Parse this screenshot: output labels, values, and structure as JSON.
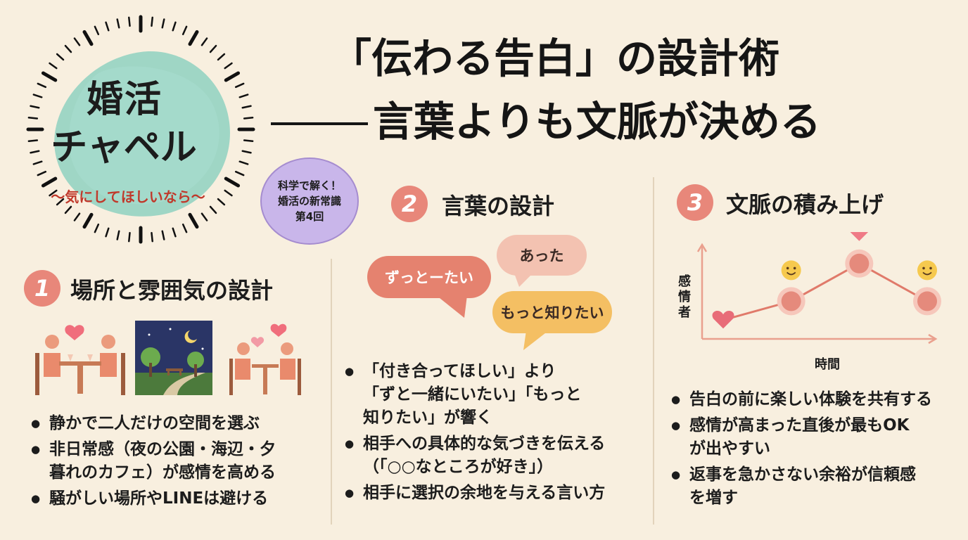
{
  "logo": {
    "line1": "婚活",
    "line2": "チャペル",
    "subtitle": "〜気にしてほしいなら〜"
  },
  "headline": {
    "line1": "「伝わる告白」の設計術",
    "line2": "言葉よりも文脈が決める"
  },
  "badge": {
    "line1": "科学で解く！",
    "line2": "婚活の新常識",
    "line3": "第4回"
  },
  "sections": [
    {
      "number": "1",
      "title": "場所と雰囲気の設計",
      "bullets": [
        [
          "静かで二人だけの空間を選ぶ"
        ],
        [
          "非日常感（夜の公園・海辺・夕",
          "暮れのカフェ）が感情を高める"
        ],
        [
          "騒がしい場所やLINEは避ける"
        ]
      ]
    },
    {
      "number": "2",
      "title": "言葉の設計",
      "bubbles": [
        "ずっとーたい",
        "あった",
        "もっと知りたい"
      ],
      "bullets": [
        [
          "「付き合ってほしい」より",
          "「ずと一緒にいたい」「もっと",
          "知りたい」が響く"
        ],
        [
          "相手への具体的な気づきを伝える",
          "（「○○なところが好き」）"
        ],
        [
          "相手に選択の余地を与える言い方"
        ]
      ]
    },
    {
      "number": "3",
      "title": "文脈の積み上げ",
      "bullets": [
        [
          "告白の前に楽しい体験を共有する"
        ],
        [
          "感情が高まった直後が最もOK",
          "が出やすい"
        ],
        [
          "返事を急かさない余裕が信頼感",
          "を増す"
        ]
      ]
    }
  ],
  "chart_data": {
    "type": "line",
    "ylabel": "感情者",
    "xlabel": "時間",
    "series": [
      {
        "values": [
          1,
          2,
          4,
          2
        ]
      }
    ],
    "markers": [
      "heart-icon",
      "smile-icon",
      "heart-icon",
      "smile-icon"
    ],
    "ylim": [
      0,
      5
    ]
  },
  "colors": {
    "accent": "#e8877a",
    "background": "#f8efdf",
    "badge": "#c9b6ea",
    "teal_splash": "#8fd1c1"
  }
}
